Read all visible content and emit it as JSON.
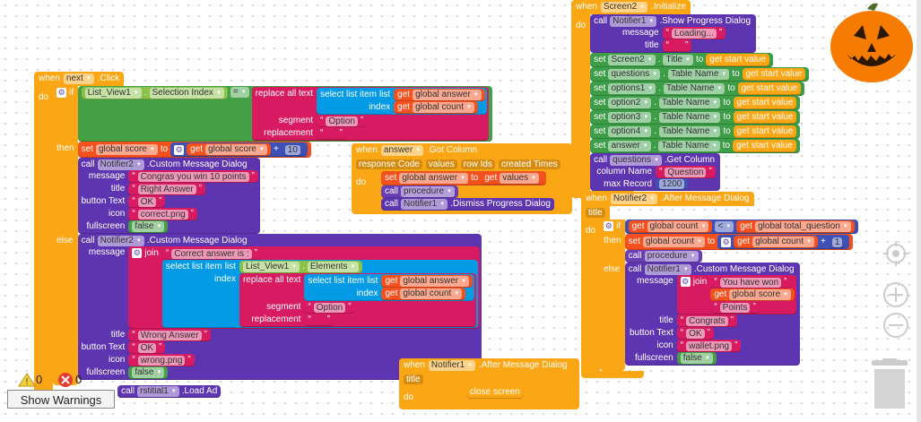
{
  "colors": {
    "event": "#FBA614",
    "call": "#5E35B1",
    "set_prop": "#3E9E48",
    "math": "#3F51B5",
    "text": "#D81B60",
    "variable": "#F4511E",
    "lists": "#039BE5",
    "component": "#7CB342",
    "logic": "#43A047"
  },
  "kw": {
    "when": "when",
    "do": "do",
    "if": "if",
    "then": "then",
    "else": "else",
    "set": "set",
    "to": "to",
    "call": "call",
    "get": "get",
    "join": "join",
    "plus": "+",
    "dot": ".",
    "list": "list",
    "index": "index",
    "select_list_item": "select list item",
    "replace_all_text": "replace all text",
    "segment": "segment",
    "replacement": "replacement",
    "open_quote": "“",
    "close_quote": "”"
  },
  "lbl": {
    "message": "message",
    "title": "title",
    "button_text": "button Text",
    "icon": "icon",
    "fullscreen": "fullscreen",
    "column_name": "column Name",
    "max_record": "max Record"
  },
  "next_click": {
    "component": "next",
    "event": ".Click",
    "cond_component": "List_View1",
    "cond_property": "Selection Index",
    "op": "=",
    "var_answer": "global answer",
    "var_count": "global count",
    "var_score": "global score",
    "segment_value": "Option",
    "replacement_value": "",
    "add_value": "10",
    "notifier": "Notifier2",
    "method": ".Custom Message Dialog",
    "then_args": {
      "message": "Congras you win 10 points",
      "title": "Right Answer",
      "button_text": "OK",
      "icon": "correct.png",
      "fullscreen": "false"
    },
    "else_args": {
      "join_text": "Correct answer is :",
      "list_component": "List_View1",
      "list_property": "Elements",
      "title": "Wrong Answer",
      "button_text": "OK",
      "icon": "wrong.png",
      "fullscreen": "false"
    },
    "load_ad_component": "rstitial1",
    "load_ad_method": ".Load Ad"
  },
  "got_column": {
    "component": "answer",
    "event": ".Got Column",
    "params": [
      "response Code",
      "values",
      "row Ids",
      "created Times"
    ],
    "var": "global answer",
    "get_var": "values",
    "procedure": "procedure",
    "notifier": "Notifier1",
    "method": ".Dismiss Progress Dialog"
  },
  "after_msg1": {
    "component": "Notifier1",
    "event": ".After Message Dialog",
    "param": "title",
    "action": "close screen"
  },
  "screen_init": {
    "component": "Screen2",
    "event": ".Initialize",
    "notifier": "Notifier1",
    "method": ".Show Progress Dialog",
    "message": "Loading...",
    "title": "",
    "get_start": "get start value",
    "sets": [
      {
        "component": "Screen2",
        "property": "Title"
      },
      {
        "component": "questions",
        "property": "Table Name"
      },
      {
        "component": "options1",
        "property": "Table Name"
      },
      {
        "component": "option2",
        "property": "Table Name"
      },
      {
        "component": "option3",
        "property": "Table Name"
      },
      {
        "component": "option4",
        "property": "Table Name"
      },
      {
        "component": "answer",
        "property": "Table Name"
      }
    ],
    "getcol_component": "questions",
    "getcol_method": ".Get Column",
    "column_name": "Question",
    "max_record": "1200"
  },
  "after_msg2": {
    "component": "Notifier2",
    "event": ".After Message Dialog",
    "param": "title",
    "var_count": "global count",
    "op": "<",
    "var_total": "global total_question",
    "add_value": "1",
    "procedure": "procedure",
    "notifier": "Notifier1",
    "method": ".Custom Message Dialog",
    "join": [
      "You have won",
      "global score",
      "Points"
    ],
    "title": "Congrats",
    "button_text": "OK",
    "icon": "wallet.png",
    "fullscreen": "false"
  },
  "toolbar": {
    "warnings_count": "0",
    "errors_count": "0",
    "show_warnings": "Show Warnings"
  }
}
